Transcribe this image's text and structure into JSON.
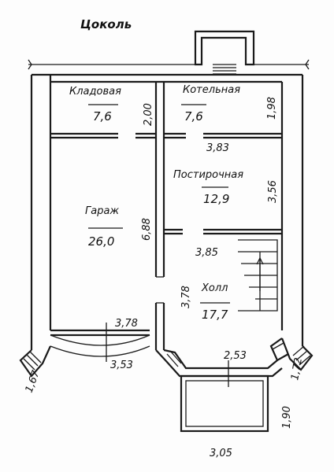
{
  "plan": {
    "title": "Цоколь",
    "rooms": {
      "storage": {
        "name": "Кладовая",
        "area": "7,6"
      },
      "boiler": {
        "name": "Котельная",
        "area": "7,6"
      },
      "laundry": {
        "name": "Постирочная",
        "area": "12,9"
      },
      "garage": {
        "name": "Гараж",
        "area": "26,0"
      },
      "hall": {
        "name": "Холл",
        "area": "17,7"
      }
    },
    "dimensions": {
      "storage_depth": "2,00",
      "boiler_depth": "1,98",
      "boiler_width": "3,83",
      "laundry_depth": "3,56",
      "garage_depth": "6,88",
      "laundry_width": "3,85",
      "hall_depth": "3,78",
      "garage_door": "3,78",
      "garage_bay": "3,53",
      "left_bay": "1,67",
      "center_bay": "2,53",
      "right_bay": "1,72",
      "porch_depth": "1,90",
      "porch_width": "3,05"
    }
  }
}
